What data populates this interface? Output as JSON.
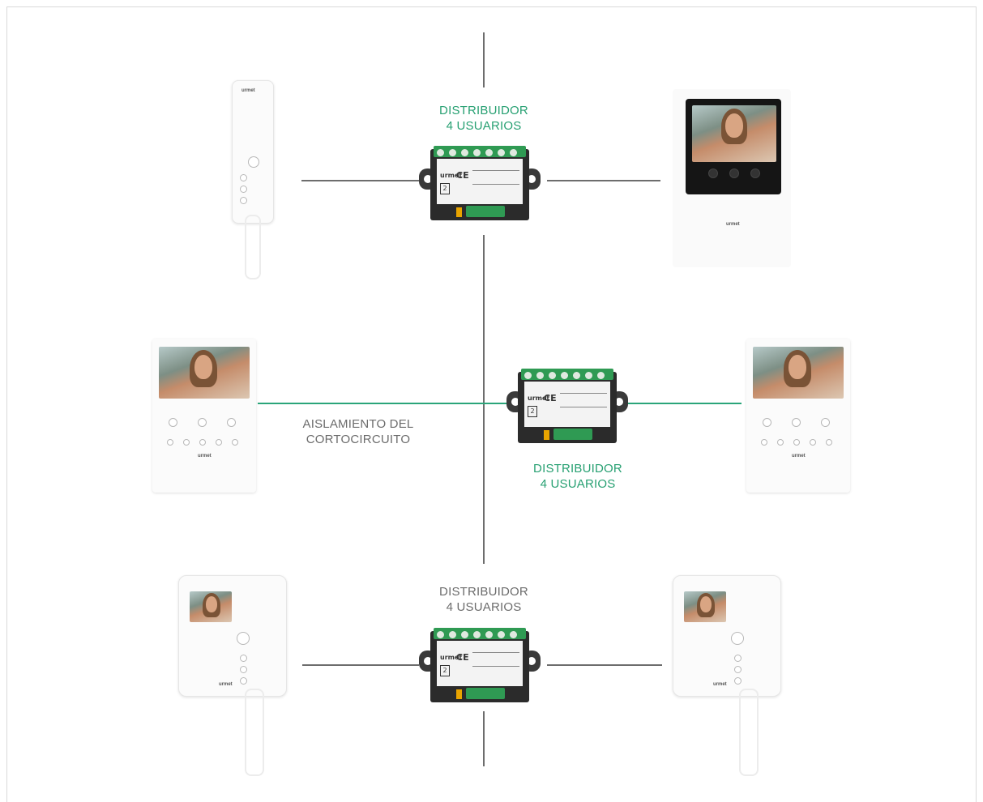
{
  "labels": {
    "top_distributor": "DISTRIBUIDOR\n4 USUARIOS",
    "middle_distributor": "DISTRIBUIDOR\n4 USUARIOS",
    "bottom_distributor": "DISTRIBUIDOR\n4 USUARIOS",
    "isolation": "AISLAMIENTO DEL\nCORTOCIRCUITO"
  },
  "module": {
    "brand": "urmet",
    "ce_mark": "CE",
    "number_mark": "2"
  },
  "devices": {
    "brand": "urmet"
  },
  "colors": {
    "highlight_line": "#2aa57a",
    "highlight_text": "#27a072",
    "bus_line": "#6d6d6d",
    "bus_text": "#6c6c6c"
  }
}
